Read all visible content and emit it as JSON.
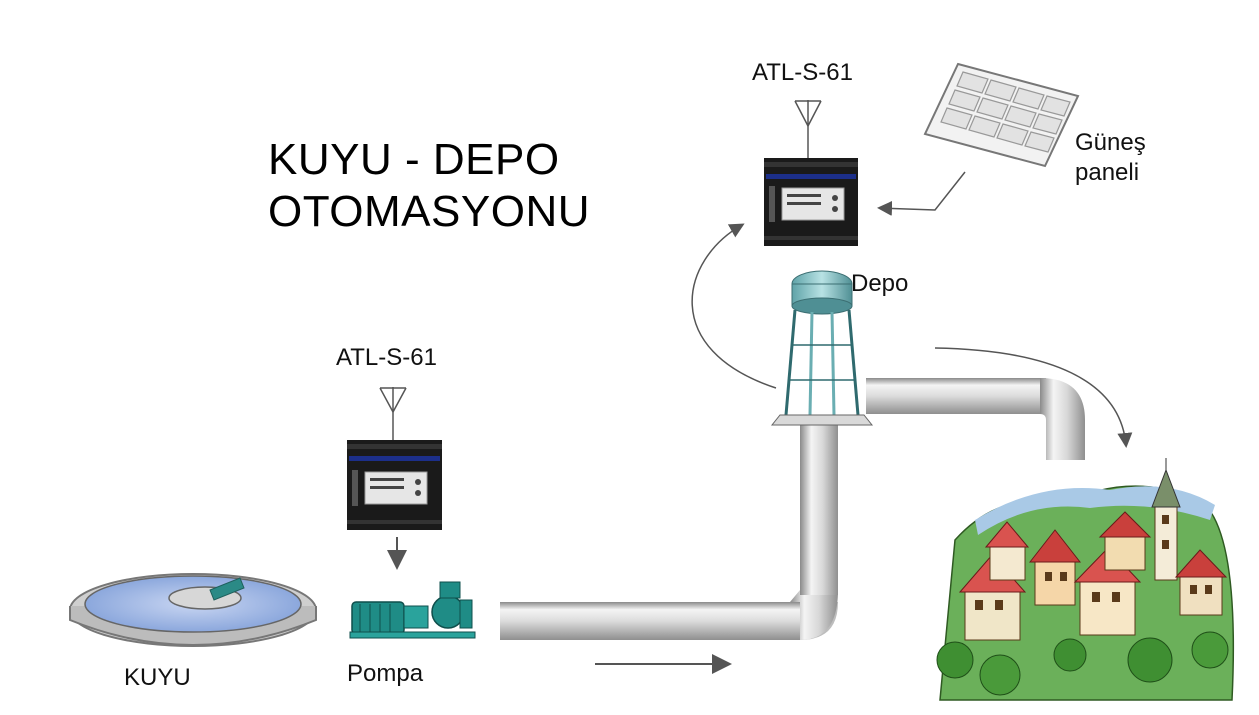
{
  "title": {
    "line1": "KUYU - DEPO",
    "line2": "OTOMASYONU"
  },
  "labels": {
    "well": "KUYU",
    "pump": "Pompa",
    "device_lower": "ATL-S-61",
    "device_upper": "ATL-S-61",
    "tank": "Depo",
    "solar_line1": "Güneş",
    "solar_line2": "paneli"
  },
  "colors": {
    "pipe_light": "#eeeeee",
    "pipe_dark": "#9a9a9a",
    "device_body": "#1a1a1a",
    "device_stripe": "#1c2f8a",
    "pump_teal": "#1f8c86",
    "water": "#8fb0e0",
    "arrow": "#555555"
  }
}
